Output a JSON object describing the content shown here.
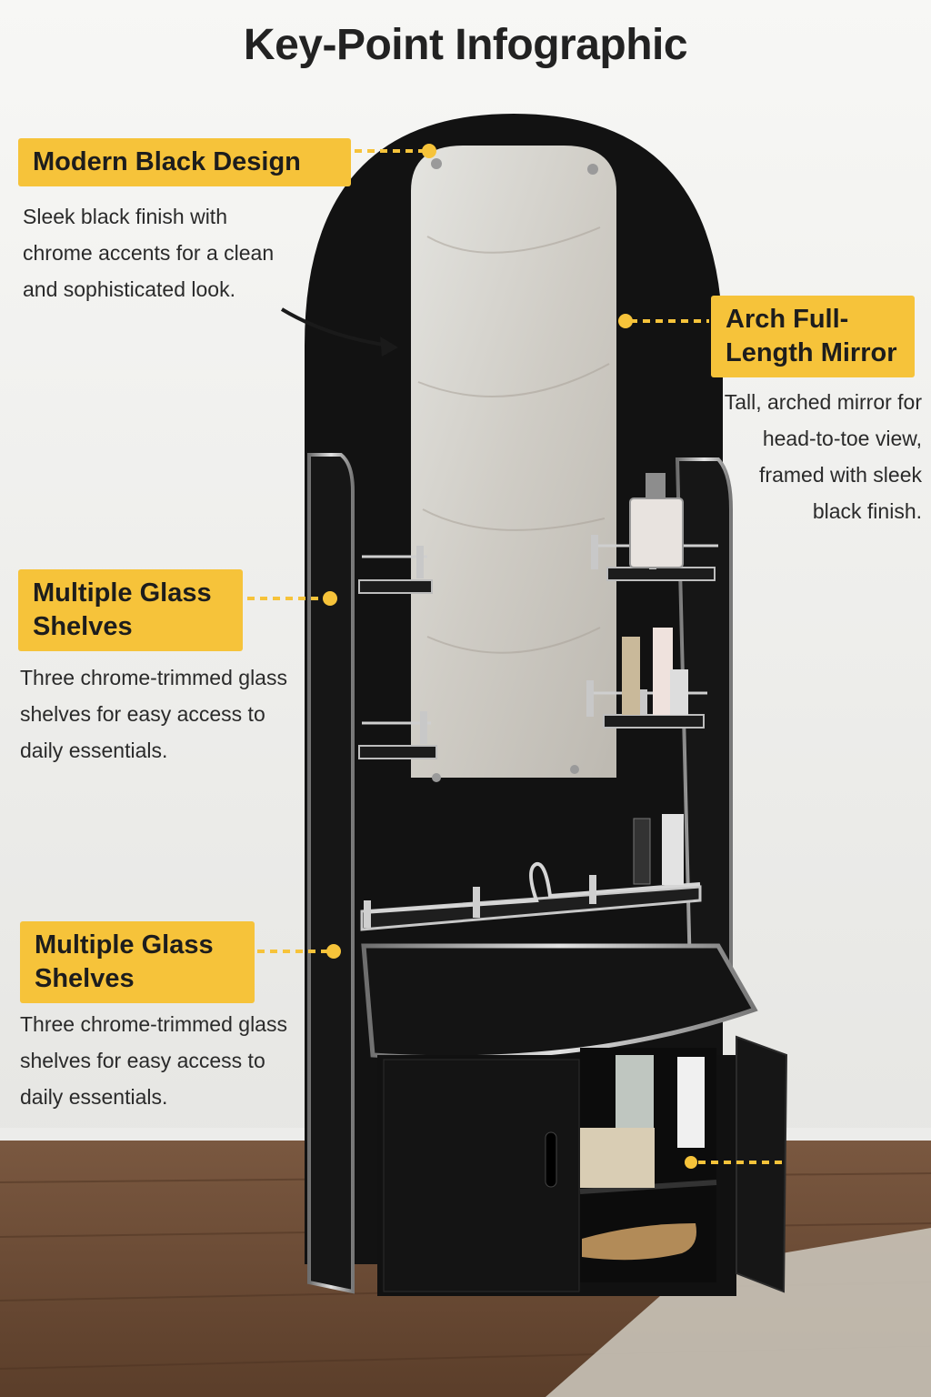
{
  "title": "Key-Point Infographic",
  "callouts": [
    {
      "heading": "Modern Black Design",
      "text": "Sleek black finish with chrome accents for a clean and sophisticated look."
    },
    {
      "heading": "Arch Full-Length Mirror",
      "text": "Tall, arched mirror for head-to-toe view, framed with sleek black finish."
    },
    {
      "heading": "Multiple Glass Shelves",
      "text": "Three chrome-trimmed glass shelves for easy access to daily essentials."
    },
    {
      "heading": "Multiple Glass Shelves",
      "text": "Three chrome-trimmed glass shelves for easy access to daily essentials."
    }
  ],
  "colors": {
    "accent": "#f6c33a",
    "furniture": "#111111",
    "wall": "#f3f3f1",
    "floor": "#6b4a33"
  }
}
